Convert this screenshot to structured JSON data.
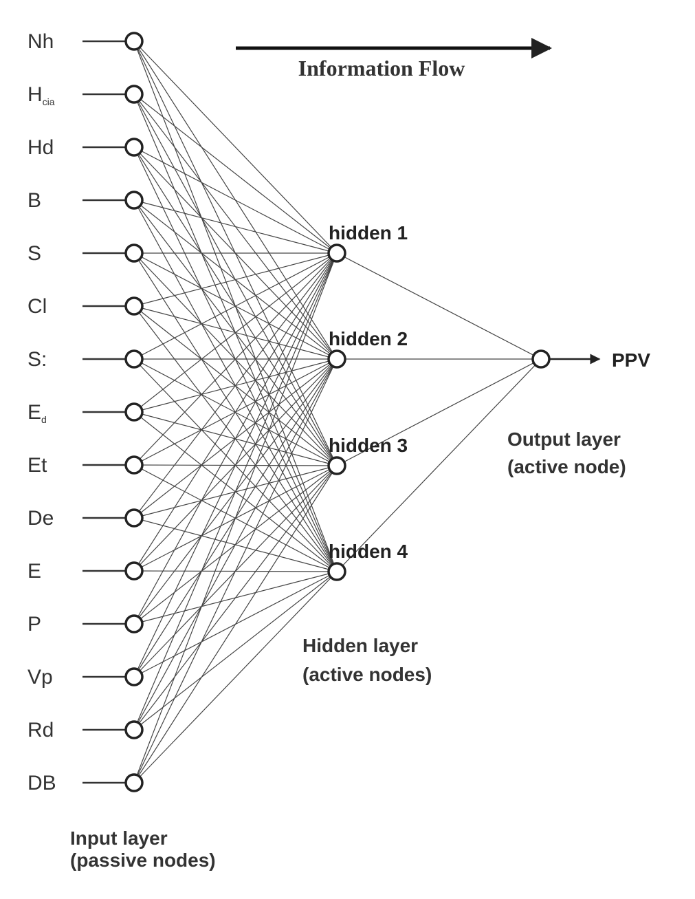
{
  "inputs": [
    {
      "main": "Nh",
      "sub": ""
    },
    {
      "main": "H",
      "sub": "cia"
    },
    {
      "main": "Hd",
      "sub": ""
    },
    {
      "main": "B",
      "sub": ""
    },
    {
      "main": "S",
      "sub": ""
    },
    {
      "main": "Cl",
      "sub": ""
    },
    {
      "main": "S:",
      "sub": ""
    },
    {
      "main": "E",
      "sub": "d"
    },
    {
      "main": "Et",
      "sub": ""
    },
    {
      "main": "De",
      "sub": ""
    },
    {
      "main": "E",
      "sub": ""
    },
    {
      "main": "P",
      "sub": ""
    },
    {
      "main": "Vp",
      "sub": ""
    },
    {
      "main": "Rd",
      "sub": ""
    },
    {
      "main": "DB",
      "sub": ""
    }
  ],
  "hidden": [
    "hidden 1",
    "hidden 2",
    "hidden 3",
    "hidden 4"
  ],
  "output": "PPV",
  "flow_label": "Information Flow",
  "captions": {
    "input": [
      "Input layer",
      "(passive nodes)"
    ],
    "hidden": [
      "Hidden layer",
      "(active nodes)"
    ],
    "output": [
      "Output layer",
      "(active node)"
    ]
  }
}
